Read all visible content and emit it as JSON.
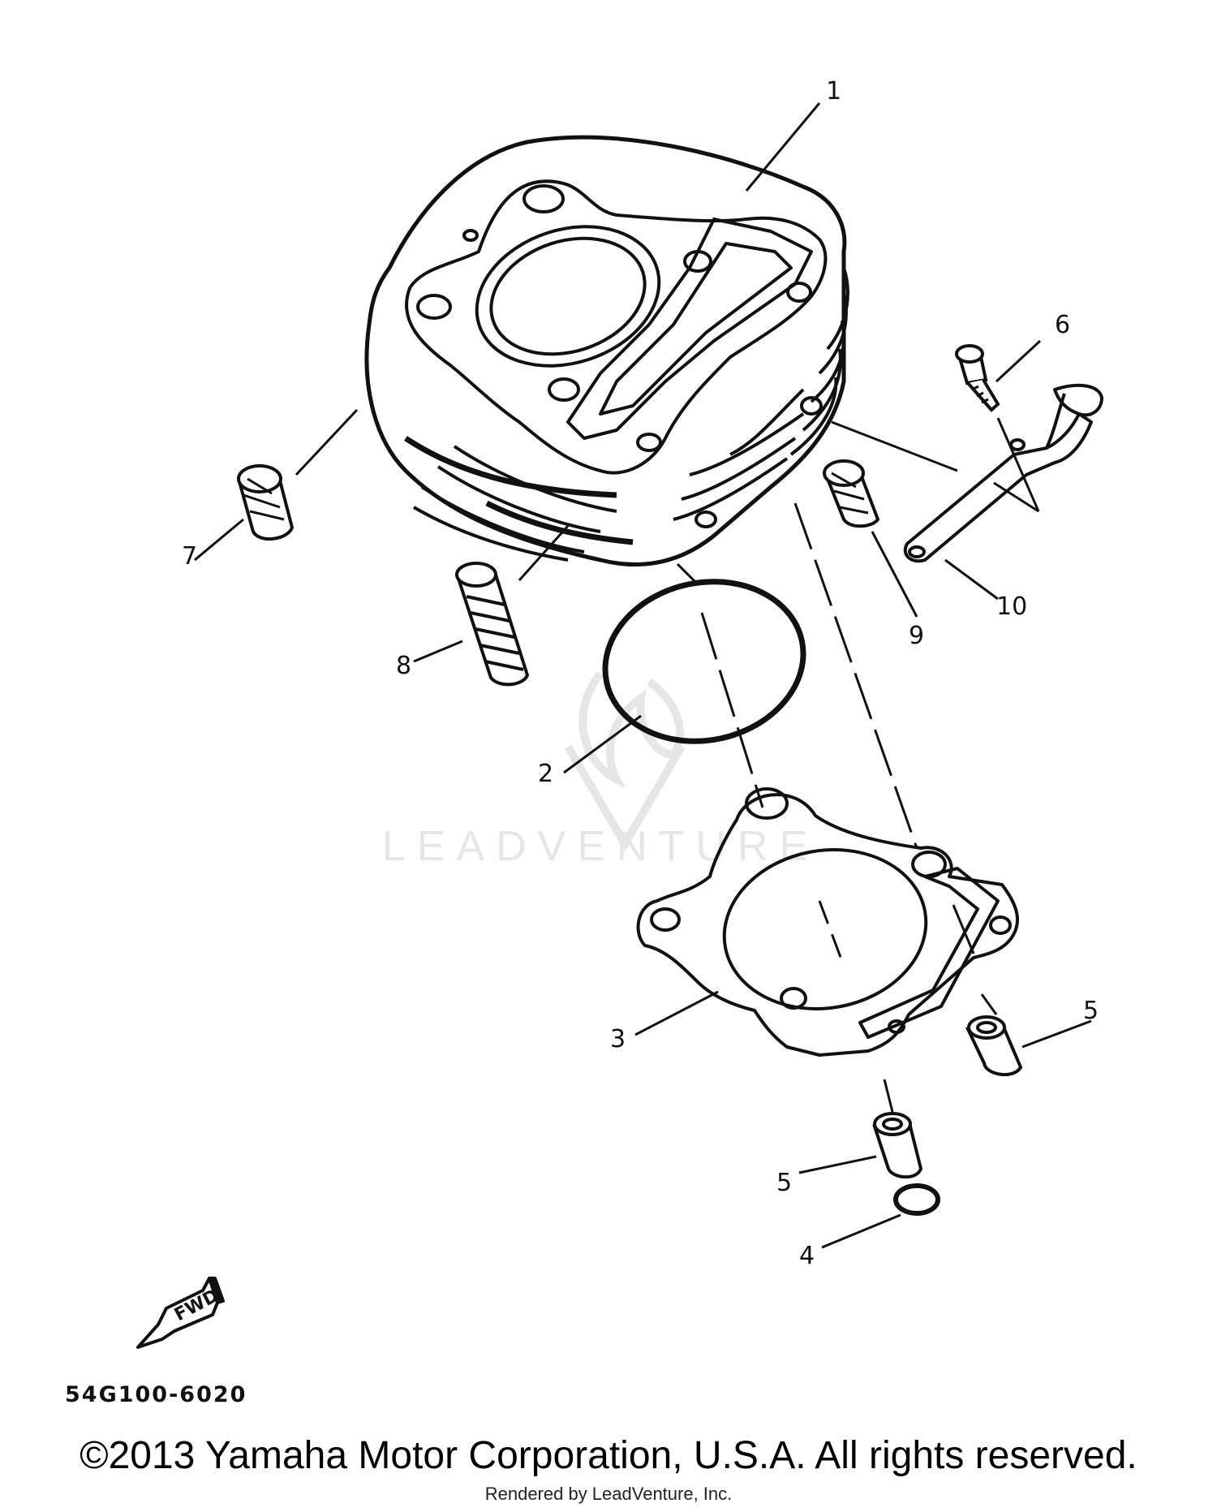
{
  "callouts": {
    "c1": "1",
    "c2": "2",
    "c3": "3",
    "c4": "4",
    "c5a": "5",
    "c5b": "5",
    "c6": "6",
    "c7": "7",
    "c8": "8",
    "c9": "9",
    "c10": "10"
  },
  "fwd_label": "FWD",
  "part_number": "54G100-6020",
  "watermark": "LEADVENTURE",
  "copyright": "©2013 Yamaha Motor Corporation, U.S.A. All rights reserved.",
  "rendered_by": "Rendered by LeadVenture, Inc.",
  "colors": {
    "ink": "#111111",
    "watermark": "#e6e6e6"
  }
}
